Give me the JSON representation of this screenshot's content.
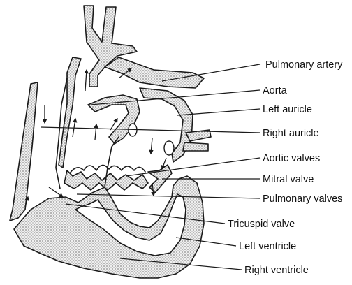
{
  "labels": {
    "pulmonary_artery": "Pulmonary artery",
    "aorta": "Aorta",
    "left_auricle": "Left auricle",
    "right_auricle": "Right auricle",
    "aortic_valves": "Aortic valves",
    "mitral_valve": "Mitral valve",
    "pulmonary_valves": "Pulmonary valves",
    "tricuspid_valve": "Tricuspid valve",
    "left_ventricle": "Left ventricle",
    "right_ventricle": "Right ventricle"
  },
  "colors": {
    "ink": "#1a1a1a",
    "stipple_bg": "#efefef",
    "background": "#ffffff"
  }
}
